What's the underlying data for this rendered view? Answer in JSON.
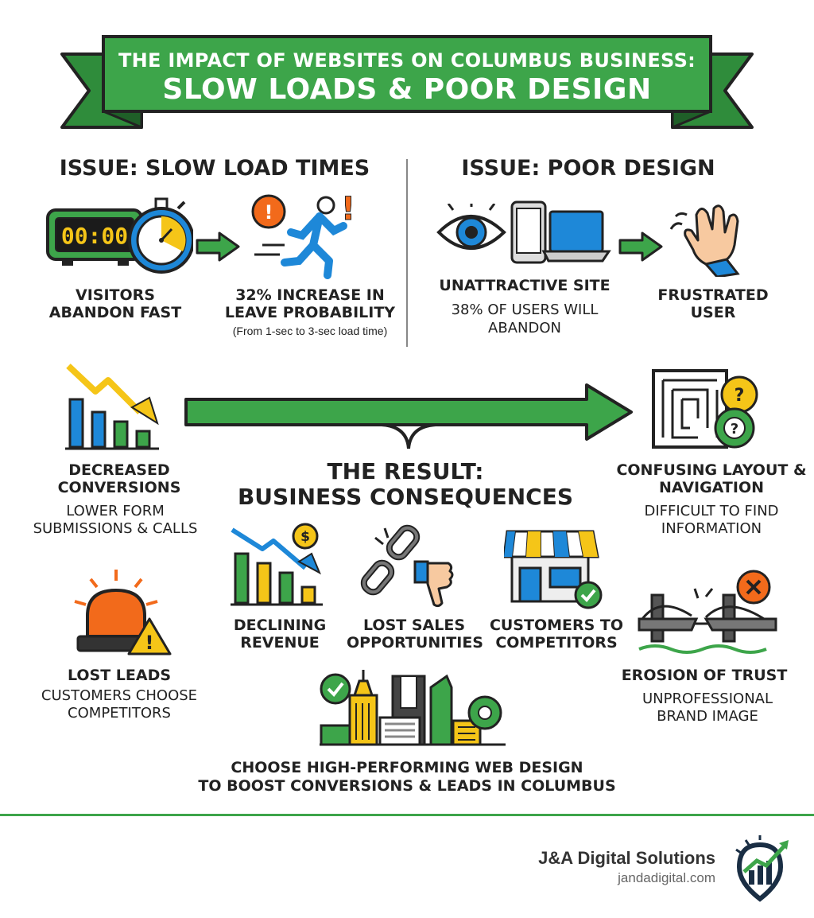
{
  "banner": {
    "line1": "THE IMPACT OF WEBSITES ON COLUMBUS BUSINESS:",
    "line2": "SLOW LOADS & POOR DESIGN",
    "color": "#3da54a"
  },
  "slow_load": {
    "heading": "ISSUE: SLOW LOAD TIMES",
    "timer_text": "00:00",
    "visitors": "VISITORS ABANDON FAST",
    "increase_title": "32% INCREASE IN LEAVE PROBABILITY",
    "increase_note": "(From 1-sec to 3-sec load time)"
  },
  "poor_design": {
    "heading": "ISSUE: POOR DESIGN",
    "unattractive": "UNATTRACTIVE SITE",
    "abandon": "38% OF USERS WILL ABANDON",
    "frustrated": "FRUSTRATED USER"
  },
  "left": {
    "decreased_title": "DECREASED CONVERSIONS",
    "decreased_sub": "LOWER FORM SUBMISSIONS & CALLS",
    "lost_leads_title": "LOST LEADS",
    "lost_leads_sub": "CUSTOMERS CHOOSE COMPETITORS"
  },
  "right": {
    "confusing_title": "CONFUSING LAYOUT & NAVIGATION",
    "confusing_sub": "DIFFICULT TO FIND INFORMATION",
    "erosion_title": "EROSION OF TRUST",
    "erosion_sub": "UNPROFESSIONAL BRAND IMAGE"
  },
  "result": {
    "line1": "THE RESULT:",
    "line2": "BUSINESS CONSEQUENCES",
    "items": [
      {
        "label": "DECLINING REVENUE",
        "icon": "declining-revenue-icon"
      },
      {
        "label": "LOST SALES OPPORTUNITIES",
        "icon": "broken-chain-icon"
      },
      {
        "label": "CUSTOMERS TO COMPETITORS",
        "icon": "storefront-icon"
      }
    ]
  },
  "cta": {
    "line1": "CHOOSE HIGH-PERFORMING WEB DESIGN",
    "line2": "TO BOOST CONVERSIONS & LEADS IN COLUMBUS"
  },
  "footer": {
    "company": "J&A Digital Solutions",
    "url": "jandadigital.com"
  },
  "colors": {
    "green": "#3da54a",
    "blue": "#1e88d8",
    "yellow": "#f5c518",
    "orange": "#f26a1b",
    "dark": "#222222"
  }
}
